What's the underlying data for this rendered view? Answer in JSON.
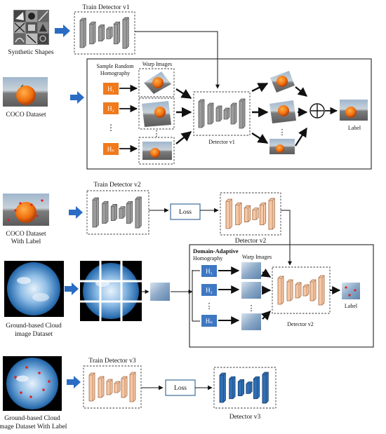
{
  "colors": {
    "layer_gray": "#9c9c9c",
    "layer_gray_edge": "#555555",
    "layer_peach": "#f6c7a5",
    "layer_peach_edge": "#a06a45",
    "layer_blue": "#2f6fb5",
    "layer_blue_edge": "#1b3e6a",
    "h_box": "#f07a1c",
    "h_box_blue": "#3f78c2",
    "arrow_blue": "#2a6cc4",
    "loss_border": "#2a5f8f"
  },
  "top": {
    "train_v1": "Train Detector v1",
    "synthetic_label": "Synthetic Shapes",
    "coco_label": "COCO Dataset",
    "sample_label_1": "Sample Random",
    "sample_label_2": "Homography",
    "warp_label": "Warp Images",
    "h_labels": [
      "H₁",
      "H₂",
      "Hₙ"
    ],
    "detector_v1": "Detector v1",
    "label_out": "Label"
  },
  "middle": {
    "train_v2": "Train Detector v2",
    "loss": "Loss",
    "detector_v2_top": "Detector v2",
    "coco_label_1": "COCO Dataset",
    "coco_label_2": "With Label",
    "adaptive_bold": "Domain-Adaptive",
    "adaptive_2": "Homography",
    "warp_label": "Warp Images",
    "h_labels": [
      "H₁",
      "H₂",
      "Hₙ"
    ],
    "detector_v2_inner": "Detector v2",
    "label_out": "Label",
    "cloud_label_1": "Ground-based Cloud",
    "cloud_label_2": "image Dataset"
  },
  "bottom": {
    "train_v3": "Train Detector v3",
    "loss": "Loss",
    "detector_v3": "Detector v3",
    "cloud_label_1": "Ground-based Cloud",
    "cloud_label_2": "image Dataset With Label"
  }
}
